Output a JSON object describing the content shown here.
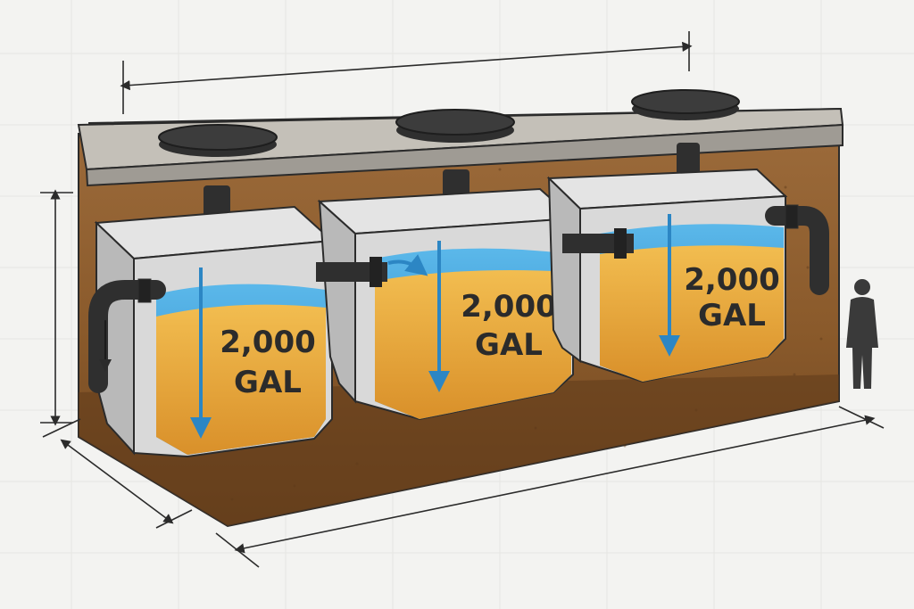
{
  "diagram": {
    "tanks": [
      {
        "id": "tank-1",
        "volume_number": "2,000",
        "volume_unit": "GAL"
      },
      {
        "id": "tank-2",
        "volume_number": "2,000",
        "volume_unit": "GAL"
      },
      {
        "id": "tank-3",
        "volume_number": "2,000",
        "volume_unit": "GAL"
      }
    ],
    "colors": {
      "background": "#f3f3f1",
      "soil": "#8a5a2b",
      "soil_dark": "#5e3a1a",
      "concrete_slab": "#bcb8b0",
      "tank_wall": "#d8d8d8",
      "liquid_sludge": "#e8a83a",
      "water": "#3a9ad6",
      "pipe": "#2f2f2f",
      "person": "#3a3a3a"
    }
  }
}
